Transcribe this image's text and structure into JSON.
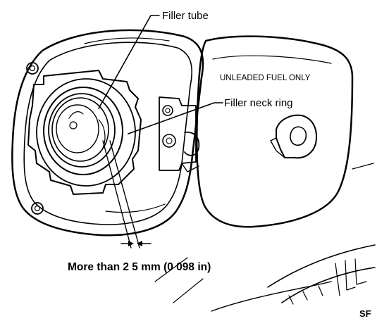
{
  "labels": {
    "filler_tube": "Filler tube",
    "filler_neck_ring": "Filler neck ring",
    "door_text": "UNLEADED FUEL ONLY",
    "measurement": "More than 2 5 mm (0 098 in)",
    "figure_code": "SF"
  },
  "colors": {
    "ink": "#000000",
    "paper": "#ffffff"
  }
}
